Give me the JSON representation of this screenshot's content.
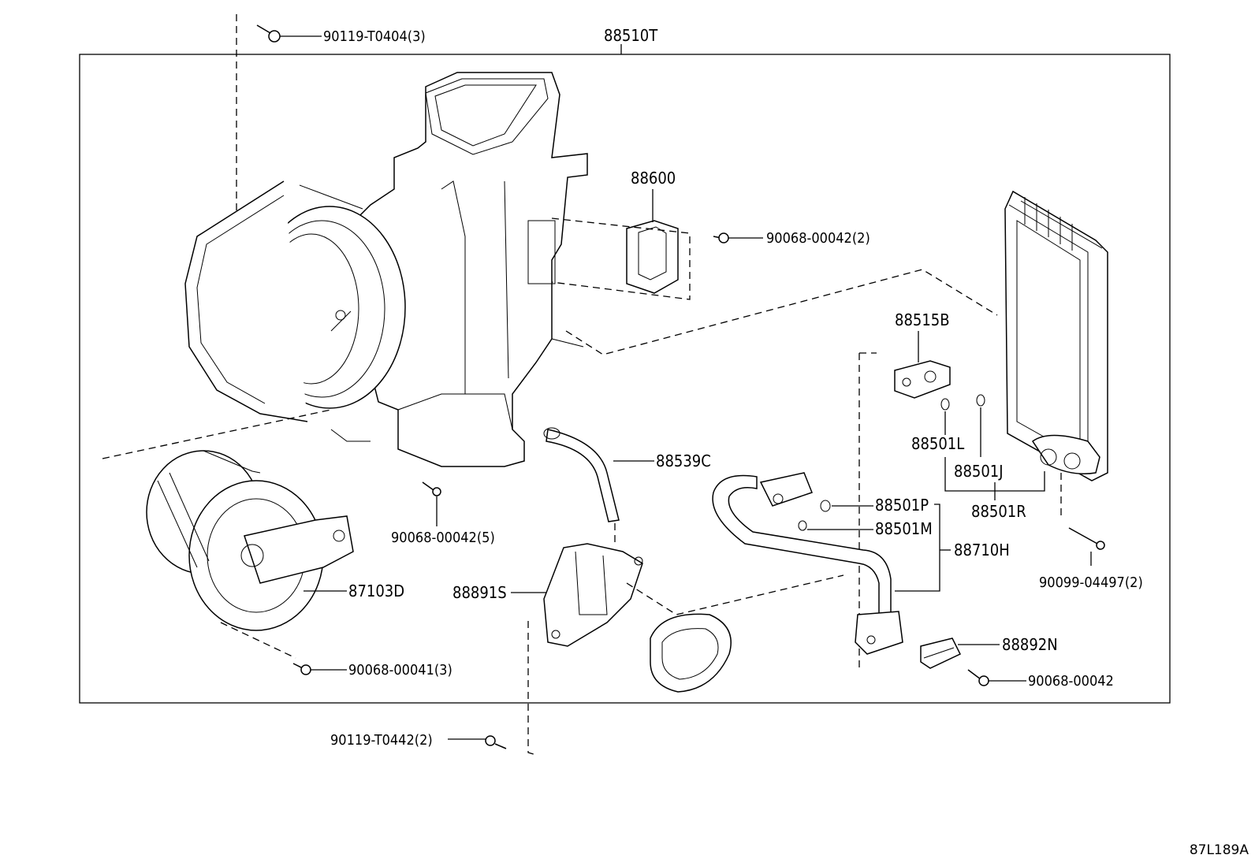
{
  "title_part": "88510T",
  "labels": {
    "p_90119_T0404": "90119-T0404(3)",
    "p_88600": "88600",
    "p_90068_00042_2": "90068-00042(2)",
    "p_88515B": "88515B",
    "p_88501L": "88501L",
    "p_88501J": "88501J",
    "p_88501R": "88501R",
    "p_88539C": "88539C",
    "p_88501P": "88501P",
    "p_88501M": "88501M",
    "p_88710H": "88710H",
    "p_90068_00042_5": "90068-00042(5)",
    "p_87103D": "87103D",
    "p_88891S": "88891S",
    "p_88892N": "88892N",
    "p_90068_00041_3": "90068-00041(3)",
    "p_90068_00042": "90068-00042",
    "p_90099_04497": "90099-04497(2)",
    "p_90119_T0442": "90119-T0442(2)"
  },
  "figure_code": "87L189A"
}
